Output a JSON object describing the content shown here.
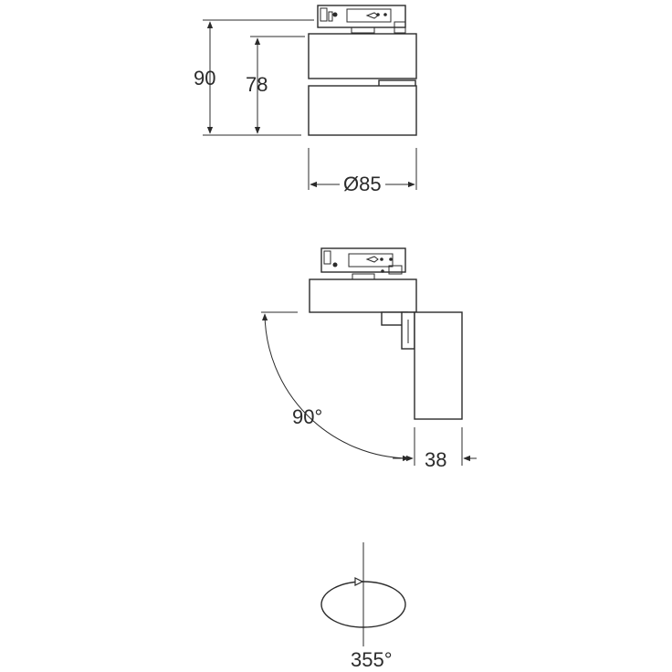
{
  "views": {
    "top": {
      "height_total": "90",
      "height_body": "78",
      "diameter": "Ø85"
    },
    "side": {
      "tilt_angle": "90°",
      "head_width": "38"
    },
    "bottom": {
      "rotation_angle": "355°"
    }
  }
}
